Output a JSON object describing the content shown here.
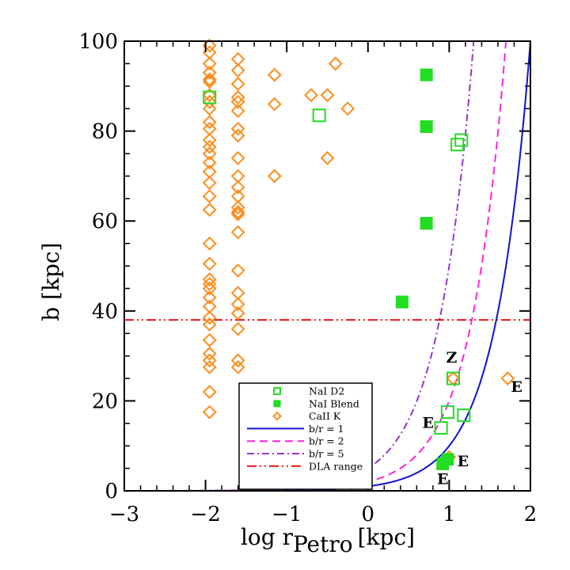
{
  "chart_data": {
    "type": "scatter",
    "xlabel_main": "log r",
    "xlabel_sub": "Petro",
    "xlabel_unit": "[kpc]",
    "ylabel": "b [kpc]",
    "xlim": [
      -3,
      2
    ],
    "ylim": [
      0,
      100
    ],
    "xticks": [
      -3,
      -2,
      -1,
      0,
      1,
      2
    ],
    "yticks": [
      0,
      20,
      40,
      60,
      80,
      100
    ],
    "xtick_labels": [
      "−3",
      "−2",
      "−1",
      "0",
      "1",
      "2"
    ],
    "ytick_labels": [
      "0",
      "20",
      "40",
      "60",
      "80",
      "100"
    ],
    "grid": false,
    "legend_position": "bottom-center",
    "series": [
      {
        "name": "NaI D2",
        "marker": "open-square",
        "color": "#22dd22",
        "points": [
          [
            -1.95,
            87.5
          ],
          [
            -0.6,
            83.5
          ],
          [
            1.1,
            77.0
          ],
          [
            1.15,
            78.0
          ],
          [
            0.9,
            14.0
          ],
          [
            0.98,
            17.5
          ],
          [
            1.18,
            16.8
          ],
          [
            1.05,
            25.0
          ]
        ]
      },
      {
        "name": "NaI Blend",
        "marker": "filled-square",
        "color": "#22dd22",
        "points": [
          [
            0.72,
            92.5
          ],
          [
            0.72,
            81.0
          ],
          [
            0.72,
            59.5
          ],
          [
            0.42,
            42.0
          ],
          [
            0.92,
            6.0
          ],
          [
            0.98,
            7.0
          ]
        ]
      },
      {
        "name": "CaII K",
        "marker": "open-diamond",
        "color": "#ff8c1a",
        "points": [
          [
            -1.95,
            99.0
          ],
          [
            -1.95,
            97.5
          ],
          [
            -1.95,
            95.0
          ],
          [
            -1.95,
            93.0
          ],
          [
            -1.95,
            91.5
          ],
          [
            -1.95,
            91.0
          ],
          [
            -1.95,
            88.0
          ],
          [
            -1.95,
            86.5
          ],
          [
            -1.95,
            85.0
          ],
          [
            -1.95,
            82.0
          ],
          [
            -1.95,
            80.5
          ],
          [
            -1.95,
            78.0
          ],
          [
            -1.95,
            76.5
          ],
          [
            -1.95,
            75.0
          ],
          [
            -1.95,
            73.0
          ],
          [
            -1.95,
            71.0
          ],
          [
            -1.95,
            68.5
          ],
          [
            -1.95,
            65.5
          ],
          [
            -1.95,
            62.5
          ],
          [
            -1.95,
            55.0
          ],
          [
            -1.95,
            50.5
          ],
          [
            -1.95,
            47.0
          ],
          [
            -1.95,
            46.0
          ],
          [
            -1.95,
            45.0
          ],
          [
            -1.95,
            43.0
          ],
          [
            -1.95,
            41.0
          ],
          [
            -1.95,
            38.5
          ],
          [
            -1.95,
            37.0
          ],
          [
            -1.95,
            33.5
          ],
          [
            -1.95,
            30.5
          ],
          [
            -1.95,
            29.0
          ],
          [
            -1.95,
            27.5
          ],
          [
            -1.95,
            22.0
          ],
          [
            -1.95,
            17.5
          ],
          [
            -1.6,
            96.0
          ],
          [
            -1.6,
            93.5
          ],
          [
            -1.6,
            90.5
          ],
          [
            -1.6,
            87.5
          ],
          [
            -1.6,
            86.5
          ],
          [
            -1.6,
            84.5
          ],
          [
            -1.6,
            80.5
          ],
          [
            -1.6,
            79.0
          ],
          [
            -1.6,
            74.0
          ],
          [
            -1.6,
            70.0
          ],
          [
            -1.6,
            67.5
          ],
          [
            -1.6,
            65.5
          ],
          [
            -1.6,
            63.0
          ],
          [
            -1.6,
            62.0
          ],
          [
            -1.6,
            61.5
          ],
          [
            -1.6,
            57.5
          ],
          [
            -1.6,
            49.0
          ],
          [
            -1.6,
            44.0
          ],
          [
            -1.6,
            41.5
          ],
          [
            -1.6,
            39.5
          ],
          [
            -1.6,
            36.0
          ],
          [
            -1.6,
            29.0
          ],
          [
            -1.6,
            27.5
          ],
          [
            -1.15,
            92.5
          ],
          [
            -1.15,
            86.0
          ],
          [
            -1.15,
            70.0
          ],
          [
            -0.7,
            88.0
          ],
          [
            -0.5,
            88.0
          ],
          [
            -0.4,
            95.0
          ],
          [
            -0.25,
            85.0
          ],
          [
            -0.5,
            74.0
          ],
          [
            1.05,
            25.0
          ],
          [
            1.72,
            25.0
          ],
          [
            1.0,
            7.5
          ]
        ]
      }
    ],
    "curves": [
      {
        "name": "b/r = 1",
        "ratio": 1,
        "color": "#1010d0",
        "style": "solid"
      },
      {
        "name": "b/r = 2",
        "ratio": 2,
        "color": "#ff22dd",
        "style": "dashed"
      },
      {
        "name": "b/r = 5",
        "ratio": 5,
        "color": "#9933cc",
        "style": "dash-dot"
      }
    ],
    "hlines": [
      {
        "name": "DLA range",
        "y": 38.0,
        "color": "#ee1111",
        "style": "dash-dot-dot"
      }
    ],
    "annotations": [
      {
        "text": "Z",
        "x": 1.03,
        "y": 28.5
      },
      {
        "text": "E",
        "x": 1.83,
        "y": 22.0
      },
      {
        "text": "E",
        "x": 0.74,
        "y": 14.0
      },
      {
        "text": "E",
        "x": 1.17,
        "y": 5.5
      },
      {
        "text": "E",
        "x": 0.92,
        "y": 1.5
      }
    ]
  }
}
